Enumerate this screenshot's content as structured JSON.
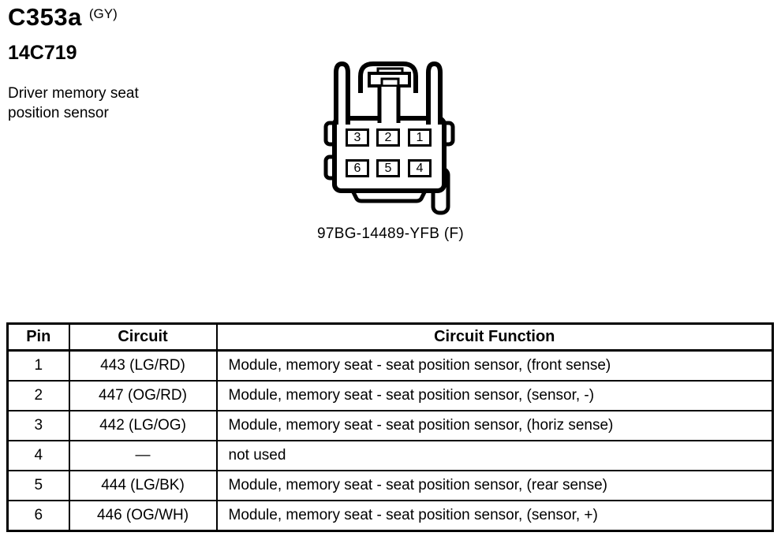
{
  "page": {
    "connector_id": "C353a",
    "connector_color_code": "(GY)",
    "part_number": "14C719",
    "description": "Driver memory seat\nposition sensor",
    "connector_part_label": "97BG-14489-YFB (F)"
  },
  "connector": {
    "pin_rows": [
      [
        "3",
        "2",
        "1"
      ],
      [
        "6",
        "5",
        "4"
      ]
    ]
  },
  "table": {
    "headers": [
      "Pin",
      "Circuit",
      "Circuit Function"
    ],
    "rows": [
      {
        "pin": "1",
        "circuit": "443 (LG/RD)",
        "function": "Module, memory seat - seat position sensor, (front sense)"
      },
      {
        "pin": "2",
        "circuit": "447 (OG/RD)",
        "function": "Module, memory seat - seat position sensor, (sensor, -)"
      },
      {
        "pin": "3",
        "circuit": "442 (LG/OG)",
        "function": "Module, memory seat - seat position sensor, (horiz sense)"
      },
      {
        "pin": "4",
        "circuit": "—",
        "function": "not used"
      },
      {
        "pin": "5",
        "circuit": "444 (LG/BK)",
        "function": "Module, memory seat - seat position sensor, (rear sense)"
      },
      {
        "pin": "6",
        "circuit": "446 (OG/WH)",
        "function": "Module, memory seat - seat position sensor, (sensor, +)"
      }
    ]
  },
  "colors": {
    "ink": "#000000",
    "paper": "#ffffff"
  }
}
